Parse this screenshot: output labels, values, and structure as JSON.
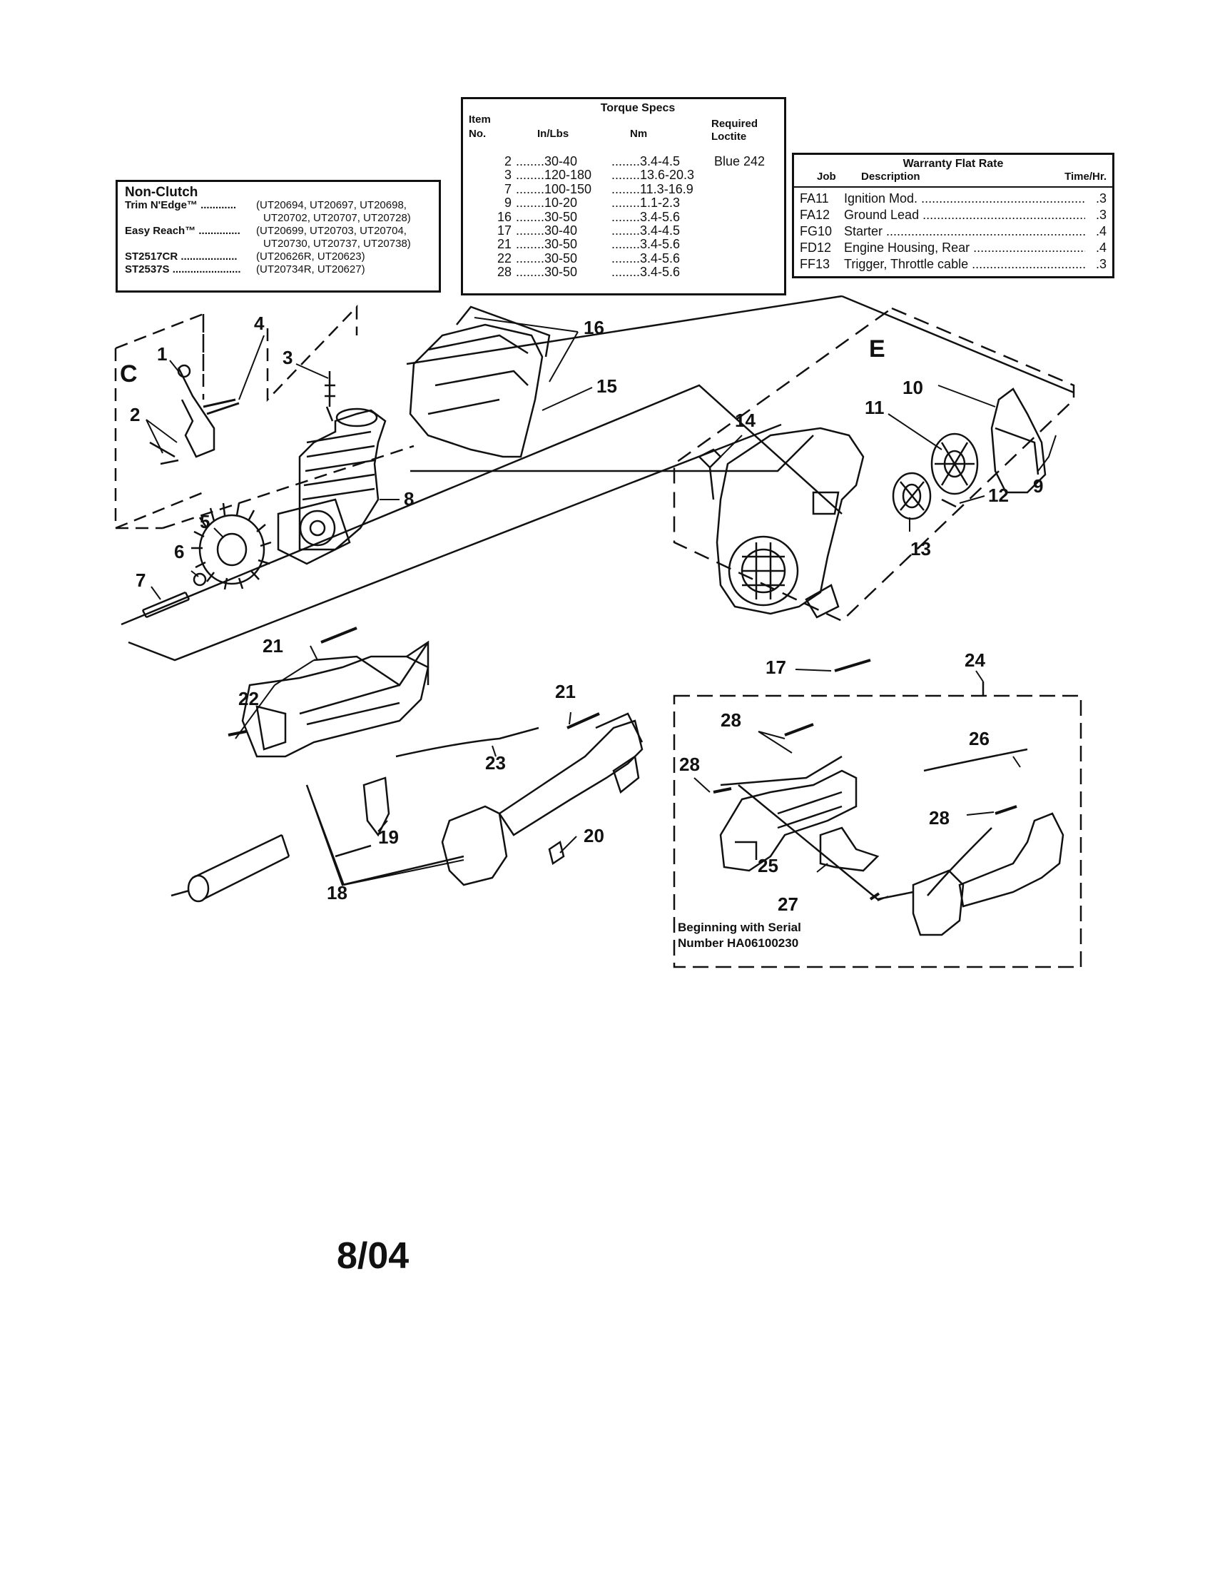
{
  "non_clutch": {
    "title": "Non-Clutch",
    "models": [
      {
        "label": "Trim N'Edge™ ............",
        "values": [
          "(UT20694, UT20697, UT20698,",
          "UT20702, UT20707, UT20728)"
        ]
      },
      {
        "label": "Easy Reach™ ..............",
        "values": [
          "(UT20699, UT20703, UT20704,",
          "UT20730, UT20737, UT20738)"
        ]
      },
      {
        "label": "ST2517CR ...................",
        "values": [
          "(UT20626R, UT20623)"
        ]
      },
      {
        "label": "ST2537S .......................",
        "values": [
          "(UT20734R, UT20627)"
        ]
      }
    ]
  },
  "torque_specs": {
    "title": "Torque Specs",
    "headers": {
      "item": "Item",
      "no": "No.",
      "inlbs": "In/Lbs",
      "nm": "Nm",
      "loctite": "Required Loctite"
    },
    "rows": [
      {
        "item": "2",
        "inlbs": "30-40",
        "nm": "3.4-4.5",
        "loctite": "Blue 242"
      },
      {
        "item": "3",
        "inlbs": "120-180",
        "nm": "13.6-20.3",
        "loctite": ""
      },
      {
        "item": "7",
        "inlbs": "100-150",
        "nm": "11.3-16.9",
        "loctite": ""
      },
      {
        "item": "9",
        "inlbs": "10-20",
        "nm": "1.1-2.3",
        "loctite": ""
      },
      {
        "item": "16",
        "inlbs": "30-50",
        "nm": "3.4-5.6",
        "loctite": ""
      },
      {
        "item": "17",
        "inlbs": "30-40",
        "nm": "3.4-4.5",
        "loctite": ""
      },
      {
        "item": "21",
        "inlbs": "30-50",
        "nm": "3.4-5.6",
        "loctite": ""
      },
      {
        "item": "22",
        "inlbs": "30-50",
        "nm": "3.4-5.6",
        "loctite": ""
      },
      {
        "item": "28",
        "inlbs": "30-50",
        "nm": "3.4-5.6",
        "loctite": ""
      }
    ]
  },
  "warranty": {
    "title": "Warranty Flat Rate",
    "headers": {
      "job": "Job",
      "desc": "Description",
      "time": "Time/Hr."
    },
    "rows": [
      {
        "job": "FA11",
        "desc": "Ignition Mod.",
        "time": ".3"
      },
      {
        "job": "FA12",
        "desc": "Ground Lead",
        "time": ".3"
      },
      {
        "job": "FG10",
        "desc": "Starter",
        "time": ".4"
      },
      {
        "job": "FD12",
        "desc": "Engine Housing, Rear",
        "time": ".4"
      },
      {
        "job": "FF13",
        "desc": "Trigger, Throttle cable",
        "time": ".3"
      }
    ]
  },
  "diagram": {
    "section_c": "C",
    "section_e": "E",
    "callouts": [
      "1",
      "2",
      "3",
      "4",
      "5",
      "6",
      "7",
      "8",
      "9",
      "10",
      "11",
      "12",
      "13",
      "14",
      "15",
      "16",
      "17",
      "18",
      "19",
      "20",
      "21",
      "21",
      "22",
      "23",
      "24",
      "25",
      "26",
      "27",
      "28",
      "28",
      "28"
    ],
    "serial_note_line1": "Beginning with Serial",
    "serial_note_line2": "Number HA06100230"
  },
  "date_code": "8/04"
}
